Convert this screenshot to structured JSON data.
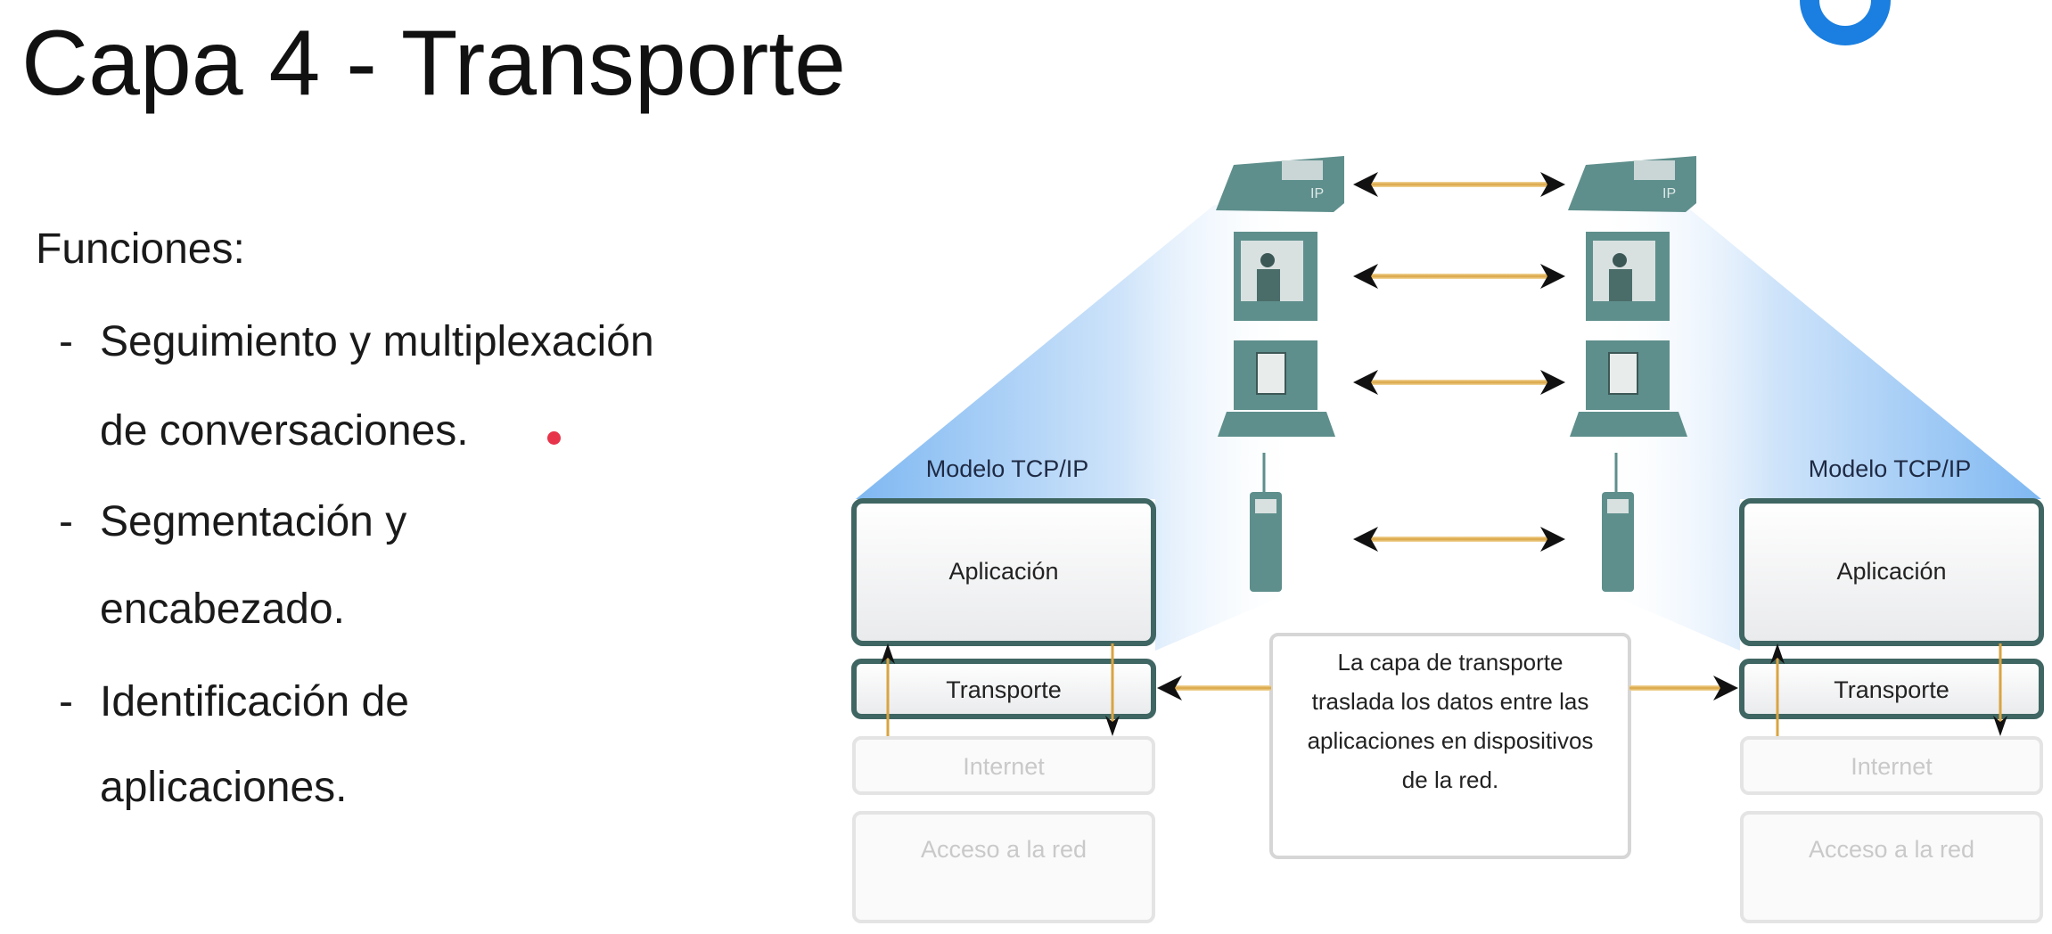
{
  "slide": {
    "title": "Capa 4 - Transporte",
    "functions_heading": "Funciones:",
    "bullets": [
      {
        "dash": "-",
        "lines": [
          "Seguimiento y multiplexación",
          "de conversaciones."
        ]
      },
      {
        "dash": "-",
        "lines": [
          "Segmentación y",
          "encabezado."
        ]
      },
      {
        "dash": "-",
        "lines": [
          "Identificación de",
          "aplicaciones."
        ]
      }
    ]
  },
  "diagram": {
    "left_model": {
      "label": "Modelo TCP/IP",
      "layers": [
        "Aplicación",
        "Transporte",
        "Internet",
        "Acceso a la red"
      ]
    },
    "right_model": {
      "label": "Modelo TCP/IP",
      "layers": [
        "Aplicación",
        "Transporte",
        "Internet",
        "Acceso a la red"
      ]
    },
    "center_note": [
      "La capa de transporte",
      "traslada los datos entre las",
      "aplicaciones en dispositivos",
      "de la red."
    ],
    "device_rows": [
      "ip-phone",
      "video-terminal",
      "computer-document",
      "cell-phone"
    ],
    "ip_label": "IP"
  },
  "colors": {
    "accent_blue": "#1a7fe0",
    "device_teal": "#5e8f8c",
    "arrow_gold": "#d9a441",
    "pointer_red": "#e8344a"
  }
}
